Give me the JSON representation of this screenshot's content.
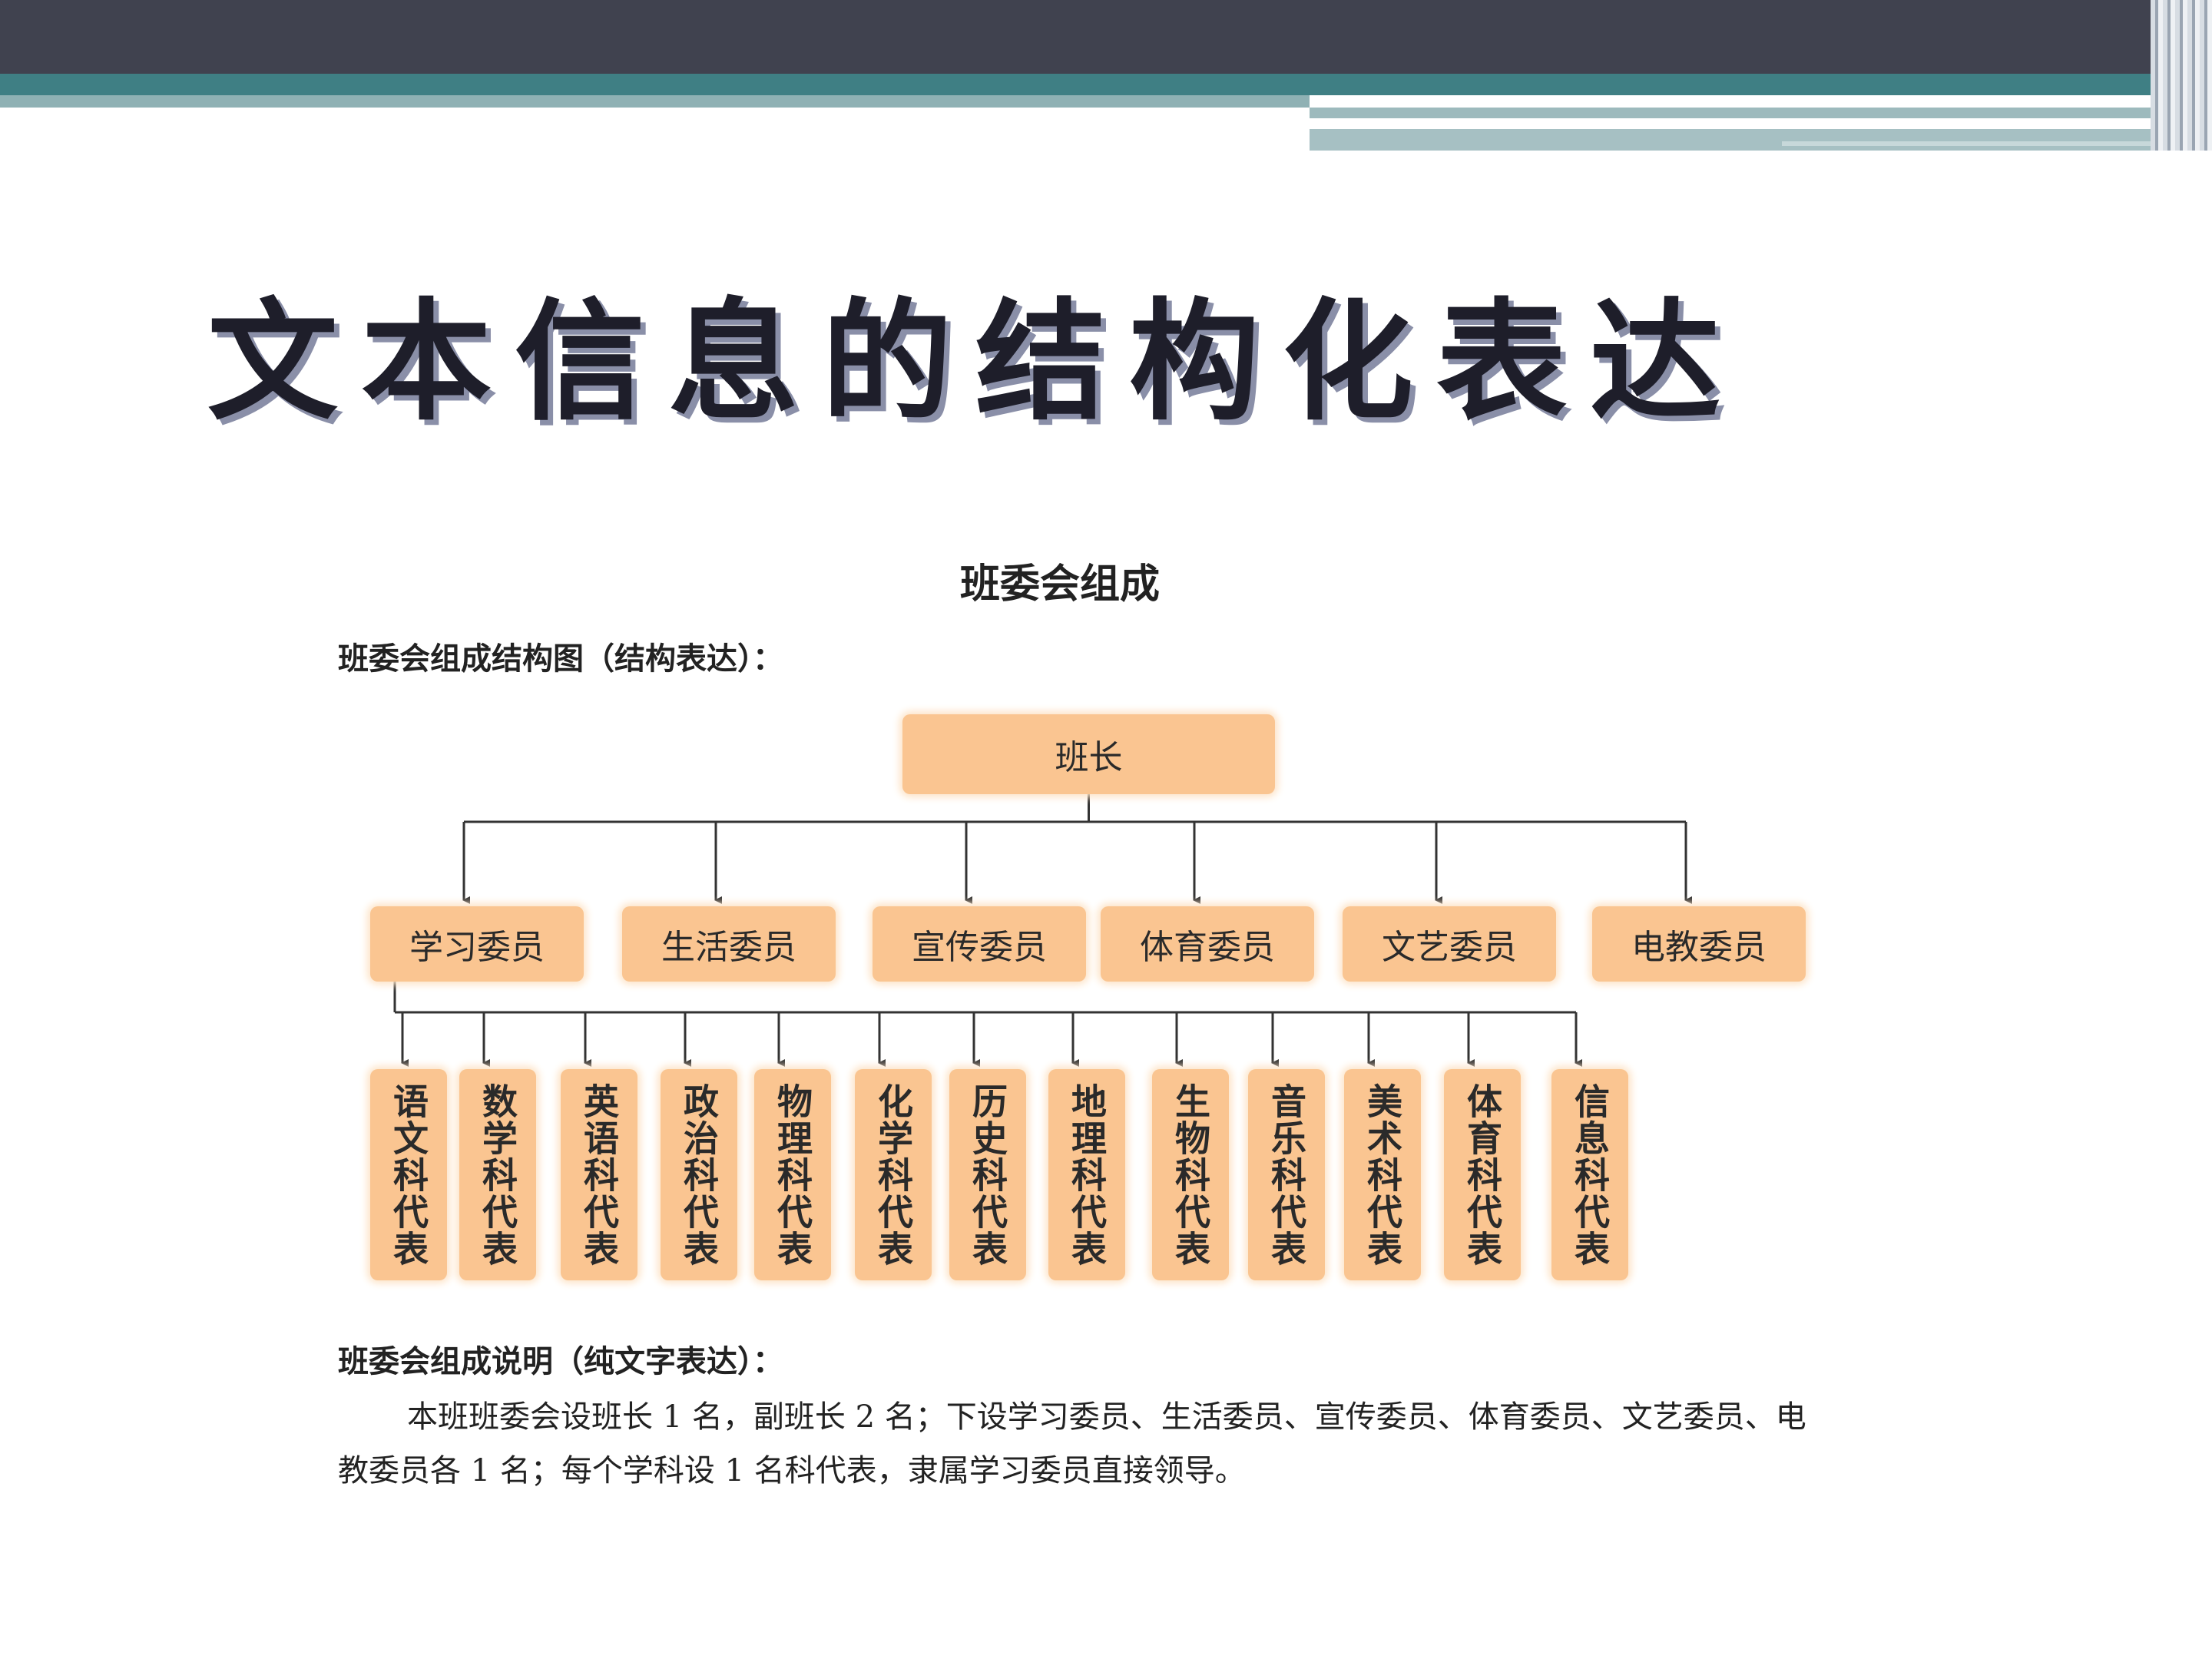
{
  "page": {
    "title": "文本信息的结构化表达"
  },
  "figure": {
    "title": "班委会组成",
    "structure_caption": "班委会组成结构图（结构表达）：",
    "text_caption": "班委会组成说明（纯文字表达）：",
    "text_body": "本班班委会设班长 1 名，副班长 2 名；下设学习委员、生活委员、宣传委员、体育委员、文艺委员、电教委员各 1 名；每个学科设 1 名科代表，隶属学习委员直接领导。"
  },
  "org_chart": {
    "root": "班长",
    "committee": [
      "学习委员",
      "生活委员",
      "宣传委员",
      "体育委员",
      "文艺委员",
      "电教委员"
    ],
    "subject_reps": [
      "语文科代表",
      "数学科代表",
      "英语科代表",
      "政治科代表",
      "物理科代表",
      "化学科代表",
      "历史科代表",
      "地理科代表",
      "生物科代表",
      "音乐科代表",
      "美术科代表",
      "体育科代表",
      "信息科代表"
    ]
  },
  "colors": {
    "box_fill": "#fac591",
    "line": "#333333",
    "top_bar": "#40424f",
    "accent_bar": "#3f7f84"
  }
}
